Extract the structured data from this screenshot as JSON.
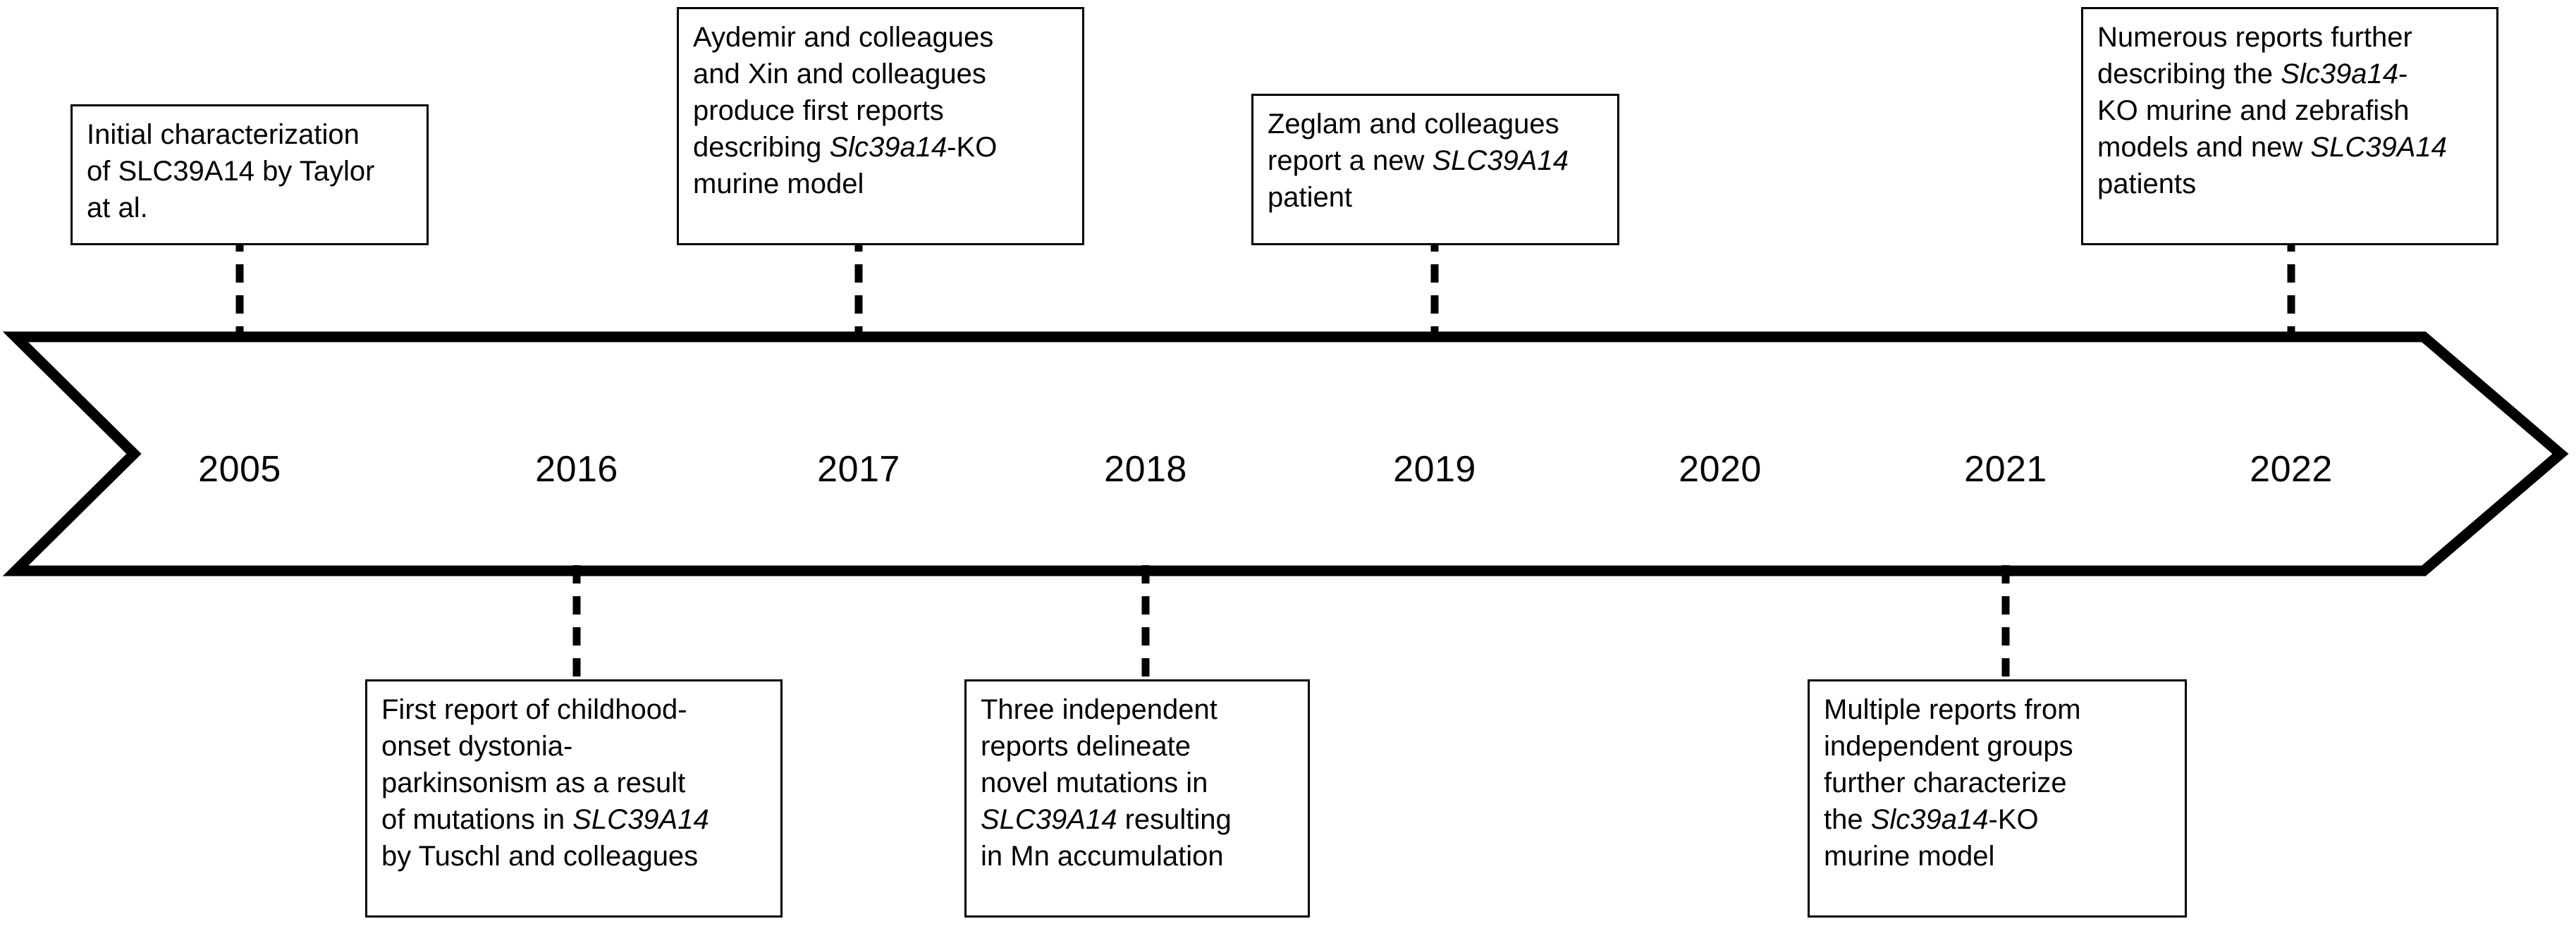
{
  "figure": {
    "type": "timeline",
    "orientation": "horizontal",
    "arrow_direction": "right",
    "colors": {
      "stroke": "#000000",
      "fill": "#ffffff",
      "text": "#000000"
    }
  },
  "axis": {
    "years": [
      "2005",
      "2016",
      "2017",
      "2018",
      "2019",
      "2020",
      "2021",
      "2022"
    ],
    "year_x": [
      340,
      818,
      1218,
      1625,
      2035,
      2440,
      2845,
      3250
    ]
  },
  "events": [
    {
      "year": "2005",
      "side": "above",
      "lines": [
        [
          {
            "t": "Initial characterization",
            "i": false
          }
        ],
        [
          {
            "t": "of SLC39A14 by Taylor",
            "i": false
          }
        ],
        [
          {
            "t": "at al.",
            "i": false
          }
        ]
      ]
    },
    {
      "year": "2017",
      "side": "above",
      "lines": [
        [
          {
            "t": "Aydemir and colleagues",
            "i": false
          }
        ],
        [
          {
            "t": "and Xin and colleagues",
            "i": false
          }
        ],
        [
          {
            "t": "produce first reports",
            "i": false
          }
        ],
        [
          {
            "t": "describing ",
            "i": false
          },
          {
            "t": "Slc39a14",
            "i": true
          },
          {
            "t": "-KO",
            "i": false
          }
        ],
        [
          {
            "t": "murine model",
            "i": false
          }
        ]
      ]
    },
    {
      "year": "2019",
      "side": "above",
      "lines": [
        [
          {
            "t": "Zeglam and colleagues",
            "i": false
          }
        ],
        [
          {
            "t": "report a new ",
            "i": false
          },
          {
            "t": "SLC39A14",
            "i": true
          }
        ],
        [
          {
            "t": "patient",
            "i": false
          }
        ]
      ]
    },
    {
      "year": "2022",
      "side": "above",
      "lines": [
        [
          {
            "t": "Numerous reports further",
            "i": false
          }
        ],
        [
          {
            "t": "describing the ",
            "i": false
          },
          {
            "t": "Slc39a14",
            "i": true
          },
          {
            "t": "-",
            "i": false
          }
        ],
        [
          {
            "t": "KO murine and zebrafish",
            "i": false
          }
        ],
        [
          {
            "t": "models and new ",
            "i": false
          },
          {
            "t": "SLC39A14",
            "i": true
          }
        ],
        [
          {
            "t": "patients",
            "i": false
          }
        ]
      ]
    },
    {
      "year": "2016",
      "side": "below",
      "lines": [
        [
          {
            "t": "First report of childhood-",
            "i": false
          }
        ],
        [
          {
            "t": "onset dystonia-",
            "i": false
          }
        ],
        [
          {
            "t": "parkinsonism as a result",
            "i": false
          }
        ],
        [
          {
            "t": "of mutations in ",
            "i": false
          },
          {
            "t": "SLC39A14",
            "i": true
          }
        ],
        [
          {
            "t": "by Tuschl and colleagues",
            "i": false
          }
        ]
      ]
    },
    {
      "year": "2018",
      "side": "below",
      "lines": [
        [
          {
            "t": "Three independent",
            "i": false
          }
        ],
        [
          {
            "t": "reports delineate",
            "i": false
          }
        ],
        [
          {
            "t": "novel mutations in",
            "i": false
          }
        ],
        [
          {
            "t": "SLC39A14",
            "i": true
          },
          {
            "t": " resulting",
            "i": false
          }
        ],
        [
          {
            "t": "in Mn accumulation",
            "i": false
          }
        ]
      ]
    },
    {
      "year": "2021",
      "side": "below",
      "lines": [
        [
          {
            "t": "Multiple reports from",
            "i": false
          }
        ],
        [
          {
            "t": "independent groups",
            "i": false
          }
        ],
        [
          {
            "t": "further characterize",
            "i": false
          }
        ],
        [
          {
            "t": "the ",
            "i": false
          },
          {
            "t": "Slc39a14",
            "i": true
          },
          {
            "t": "-KO",
            "i": false
          }
        ],
        [
          {
            "t": "murine model",
            "i": false
          }
        ]
      ]
    }
  ]
}
